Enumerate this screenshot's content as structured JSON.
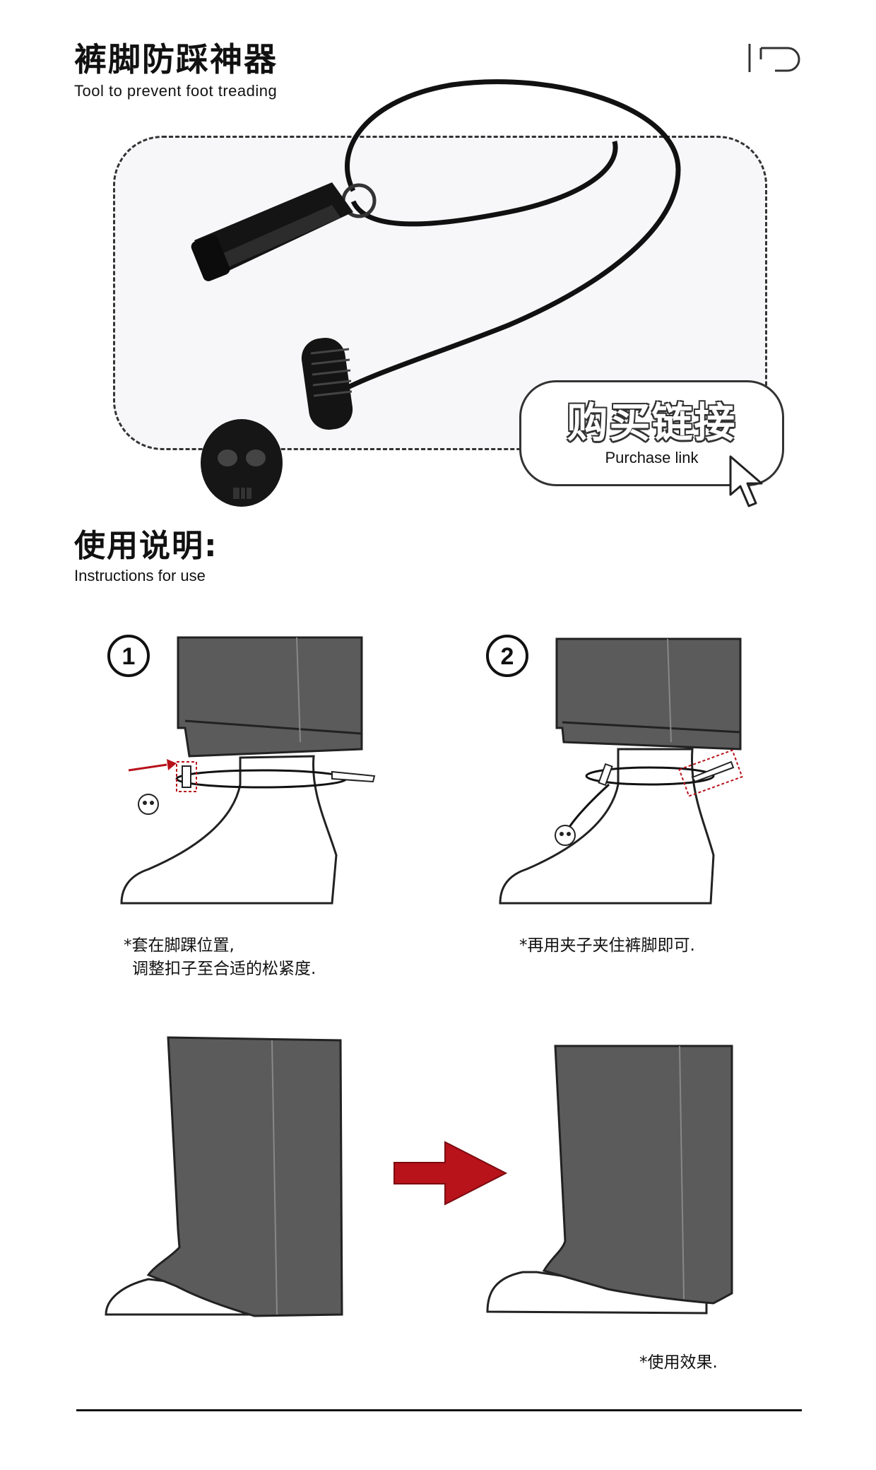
{
  "header": {
    "title_cn": "裤脚防踩神器",
    "title_en": "Tool to prevent foot treading"
  },
  "purchase": {
    "label_cn": "购买链接",
    "label_en": "Purchase link"
  },
  "instructions": {
    "title_cn": "使用说明:",
    "title_en": "Instructions for use",
    "steps": [
      {
        "number": "1",
        "caption_line1": "*套在脚踝位置,",
        "caption_line2": "调整扣子至合适的松紧度."
      },
      {
        "number": "2",
        "caption_line1": "*再用夹子夹住裤脚即可."
      }
    ],
    "effect_caption": "*使用效果."
  },
  "colors": {
    "accent_red": "#b8121b",
    "pant_gray": "#5b5b5b",
    "outline": "#222222",
    "box_fill": "#f7f7fa"
  },
  "icons": [
    "brand-logo-icon",
    "cursor-arrow-icon",
    "skull-bead-icon",
    "arrow-right-icon"
  ]
}
